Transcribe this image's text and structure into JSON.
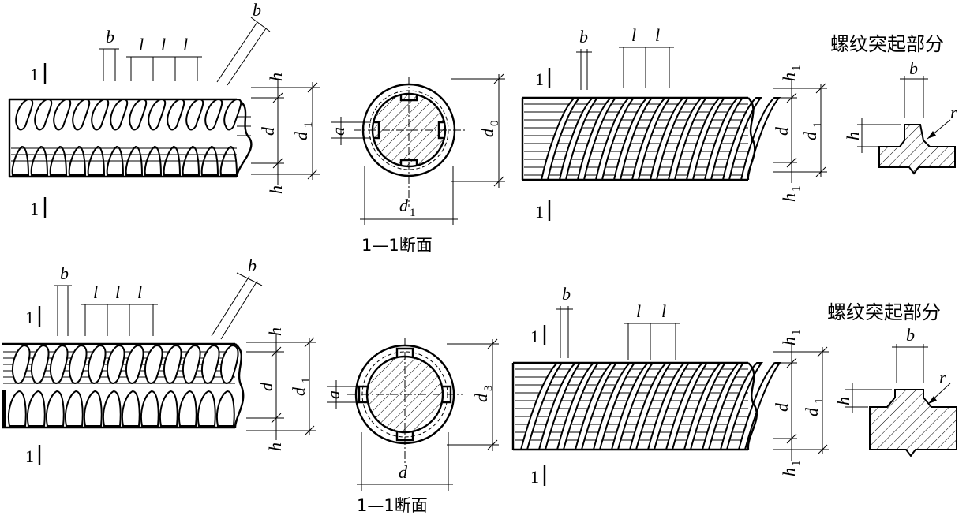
{
  "labels": {
    "b": "b",
    "l": "l",
    "h": "h",
    "h1": "h",
    "h1_sub": "1",
    "d": "d",
    "d1": "d",
    "d1_sub": "1",
    "d0": "d",
    "d0_sub": "0",
    "d3": "d",
    "d3_sub": "3",
    "a": "a",
    "r": "r",
    "section_mark": "1",
    "section_title_top": "1—1断面",
    "section_title_bottom": "1—1断面",
    "detail_title_top": "螺纹突起部分",
    "detail_title_bottom": "螺纹突起部分"
  }
}
